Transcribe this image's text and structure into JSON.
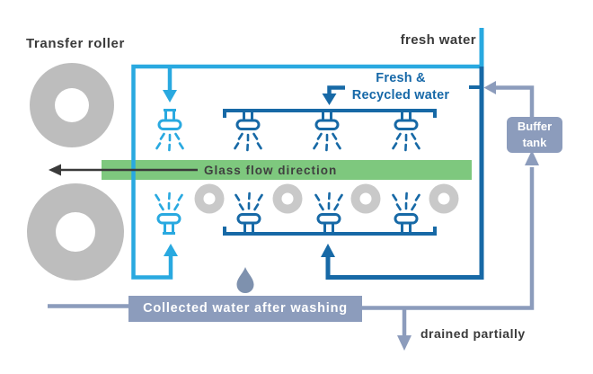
{
  "labels": {
    "transfer_roller": "Transfer roller",
    "fresh_water": "fresh water",
    "fresh_recycled_line1": "Fresh &",
    "fresh_recycled_line2": "Recycled water",
    "glass_flow_direction": "Glass flow direction",
    "buffer_tank_line1": "Buffer",
    "buffer_tank_line2": "tank",
    "collected_water": "Collected water after washing",
    "drained_partially": "drained partially"
  },
  "colors": {
    "fresh_water_blue": "#29a9e0",
    "fresh_recycled_blue": "#1769a6",
    "pipe_gray": "#8c9cbc",
    "green_bar": "#7ec87e",
    "transfer_roller_gray": "#bdbdbd",
    "small_roller_gray": "#c9c9c9",
    "droplet_blue_gray": "#7e91ae",
    "text_dark": "#3a3a3a"
  },
  "diagram": {
    "type": "flow-diagram",
    "subject": "glass washing water circuit",
    "flows": [
      {
        "name": "fresh-water-supply",
        "color": "#29a9e0",
        "feeds": [
          "top-left-nozzle",
          "bottom-left-nozzle"
        ]
      },
      {
        "name": "fresh-and-recycled-water-supply",
        "color": "#1769a6",
        "feeds": [
          "top-spray-manifold",
          "bottom-spray-manifold"
        ]
      },
      {
        "name": "collected-water-return",
        "color": "#8c9cbc",
        "path": [
          "collected-water-after-washing",
          "buffer-tank",
          "fresh-recycled-junction"
        ],
        "branch": "drained-partially"
      },
      {
        "name": "glass-flow",
        "color": "#3a3a3a",
        "direction": "left"
      }
    ],
    "counts": {
      "transfer_rollers": 2,
      "small_rollers": 4,
      "top_nozzles": 4,
      "bottom_nozzles": 4
    }
  }
}
